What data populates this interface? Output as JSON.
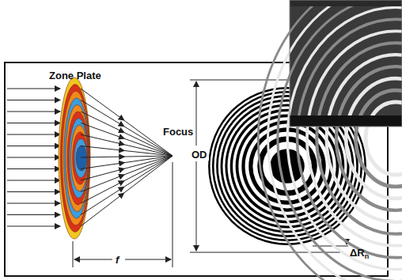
{
  "diagram": {
    "labels": [
      "Zone Plate",
      "Focus",
      "f",
      "OD",
      "ΔR",
      "n"
    ]
  }
}
